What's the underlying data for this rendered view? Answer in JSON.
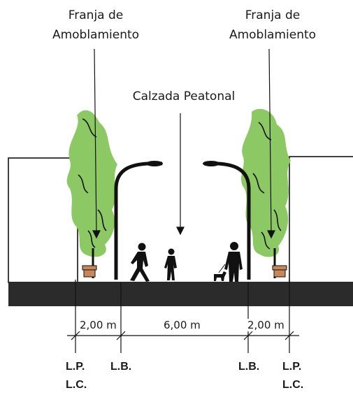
{
  "labels": {
    "left_zone": [
      "Franja de",
      "Amoblamiento"
    ],
    "right_zone": [
      "Franja de",
      "Amoblamiento"
    ],
    "center_zone": "Calzada Peatonal"
  },
  "dimensions": {
    "left": "2,00 m",
    "center": "6,00 m",
    "right": "2,00 m"
  },
  "lines": {
    "lp": "L.P.",
    "lc": "L.C.",
    "lb": "L.B."
  },
  "colors": {
    "tree_foliage": "#8cc864",
    "ground": "#2b2b2b",
    "ink": "#111111",
    "bench": "#c8875a"
  }
}
